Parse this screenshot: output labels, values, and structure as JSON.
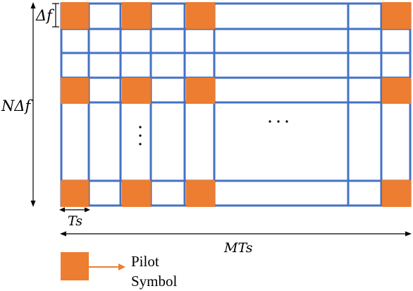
{
  "figure": {
    "colors": {
      "grid_line": "#4472c4",
      "pilot": "#ed7d31",
      "arrow": "#000000"
    },
    "labels": {
      "delta_f": "Δf",
      "n_delta_f": "NΔf",
      "t_s": "Ts",
      "m_t_s": "MTs",
      "vertical_ellipsis": "⋮",
      "horizontal_ellipsis": "· · ·"
    },
    "legend": {
      "line1": "Pilot",
      "line2": "Symbol"
    }
  }
}
